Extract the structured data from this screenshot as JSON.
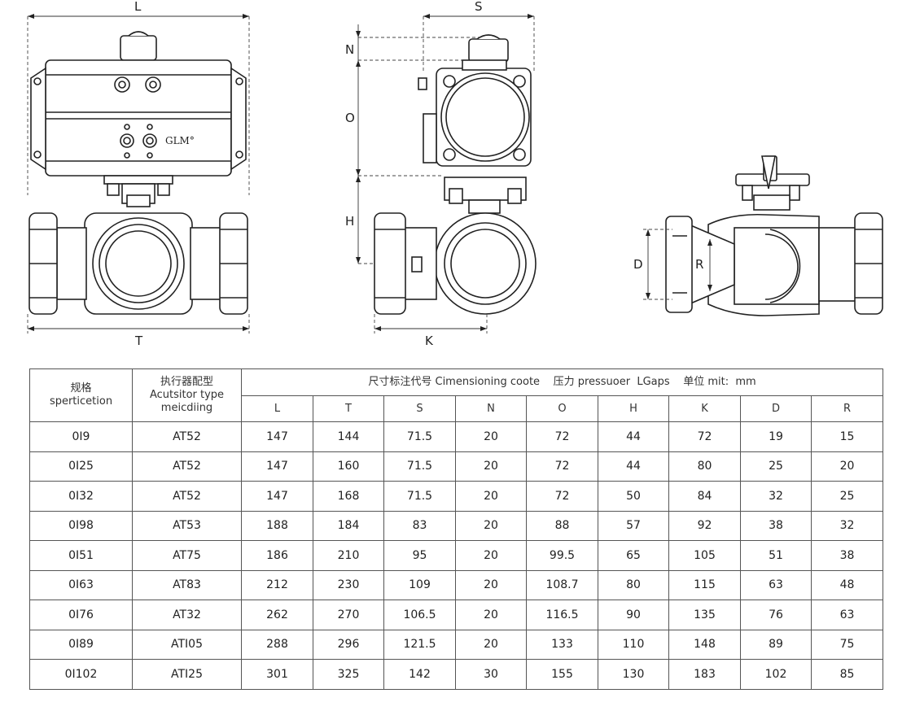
{
  "drawing": {
    "labels": {
      "L": "L",
      "T": "T",
      "S": "S",
      "N": "N",
      "O": "O",
      "H": "H",
      "K": "K",
      "D": "D",
      "R": "R"
    },
    "actuator_logo": "GLM°"
  },
  "table": {
    "header": {
      "spec_zh": "规格",
      "spec_en": "sperticetion",
      "actuator_zh": "执行器配型",
      "actuator_en_1": "Acutsitor type",
      "actuator_en_2": "meicdiing",
      "dims_title": "尺寸标注代号 Cimensioning coote    压力 pressuoer  LGaps    单位 mit:  mm",
      "columns": [
        "L",
        "T",
        "S",
        "N",
        "O",
        "H",
        "K",
        "D",
        "R"
      ]
    },
    "rows": [
      {
        "spec": "0I9",
        "actuator": "AT52",
        "L": "147",
        "T": "144",
        "S": "71.5",
        "N": "20",
        "O": "72",
        "H": "44",
        "K": "72",
        "D": "19",
        "R": "15"
      },
      {
        "spec": "0I25",
        "actuator": "AT52",
        "L": "147",
        "T": "160",
        "S": "71.5",
        "N": "20",
        "O": "72",
        "H": "44",
        "K": "80",
        "D": "25",
        "R": "20"
      },
      {
        "spec": "0I32",
        "actuator": "AT52",
        "L": "147",
        "T": "168",
        "S": "71.5",
        "N": "20",
        "O": "72",
        "H": "50",
        "K": "84",
        "D": "32",
        "R": "25"
      },
      {
        "spec": "0I98",
        "actuator": "AT53",
        "L": "188",
        "T": "184",
        "S": "83",
        "N": "20",
        "O": "88",
        "H": "57",
        "K": "92",
        "D": "38",
        "R": "32"
      },
      {
        "spec": "0I51",
        "actuator": "AT75",
        "L": "186",
        "T": "210",
        "S": "95",
        "N": "20",
        "O": "99.5",
        "H": "65",
        "K": "105",
        "D": "51",
        "R": "38"
      },
      {
        "spec": "0I63",
        "actuator": "AT83",
        "L": "212",
        "T": "230",
        "S": "109",
        "N": "20",
        "O": "108.7",
        "H": "80",
        "K": "115",
        "D": "63",
        "R": "48"
      },
      {
        "spec": "0I76",
        "actuator": "AT32",
        "L": "262",
        "T": "270",
        "S": "106.5",
        "N": "20",
        "O": "116.5",
        "H": "90",
        "K": "135",
        "D": "76",
        "R": "63"
      },
      {
        "spec": "0I89",
        "actuator": "ATI05",
        "L": "288",
        "T": "296",
        "S": "121.5",
        "N": "20",
        "O": "133",
        "H": "110",
        "K": "148",
        "D": "89",
        "R": "75"
      },
      {
        "spec": "0I102",
        "actuator": "ATI25",
        "L": "301",
        "T": "325",
        "S": "142",
        "N": "30",
        "O": "155",
        "H": "130",
        "K": "183",
        "D": "102",
        "R": "85"
      }
    ]
  }
}
